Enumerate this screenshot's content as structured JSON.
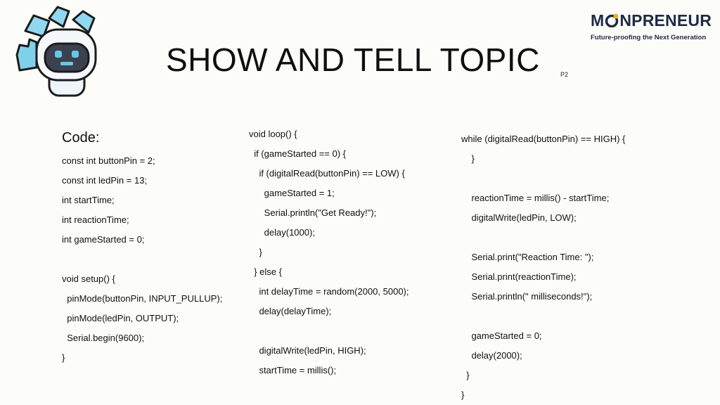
{
  "slide": {
    "title": "SHOW AND TELL TOPIC",
    "page_label": "P2"
  },
  "logo": {
    "word_pre": "M",
    "word_post": "NPRENEUR",
    "tagline": "Future-proofing the Next Generation",
    "accent": "#f2b21f",
    "navy": "#1f2a44"
  },
  "mascot": {
    "icon": "robot-mascot-icon",
    "accent": "#66c8e8"
  },
  "code_heading": "Code:",
  "columns": {
    "col1": [
      "const int buttonPin = 2;",
      "const int ledPin = 13;",
      "int startTime;",
      "int reactionTime;",
      "int gameStarted = 0;",
      "",
      "void setup() {",
      "  pinMode(buttonPin, INPUT_PULLUP);",
      "  pinMode(ledPin, OUTPUT);",
      "  Serial.begin(9600);",
      "}"
    ],
    "col2": [
      "void loop() {",
      "  if (gameStarted == 0) {",
      "    if (digitalRead(buttonPin) == LOW) {",
      "      gameStarted = 1;",
      "      Serial.println(\"Get Ready!\");",
      "      delay(1000);",
      "    }",
      "  } else {",
      "    int delayTime = random(2000, 5000);",
      "    delay(delayTime);",
      "",
      "    digitalWrite(ledPin, HIGH);",
      "    startTime = millis();"
    ],
    "col3": [
      "while (digitalRead(buttonPin) == HIGH) {",
      "    }",
      "",
      "    reactionTime = millis() - startTime;",
      "    digitalWrite(ledPin, LOW);",
      "",
      "    Serial.print(\"Reaction Time: \");",
      "    Serial.print(reactionTime);",
      "    Serial.println(\" milliseconds!\");",
      "",
      "    gameStarted = 0;",
      "    delay(2000);",
      "  }",
      "}"
    ]
  }
}
